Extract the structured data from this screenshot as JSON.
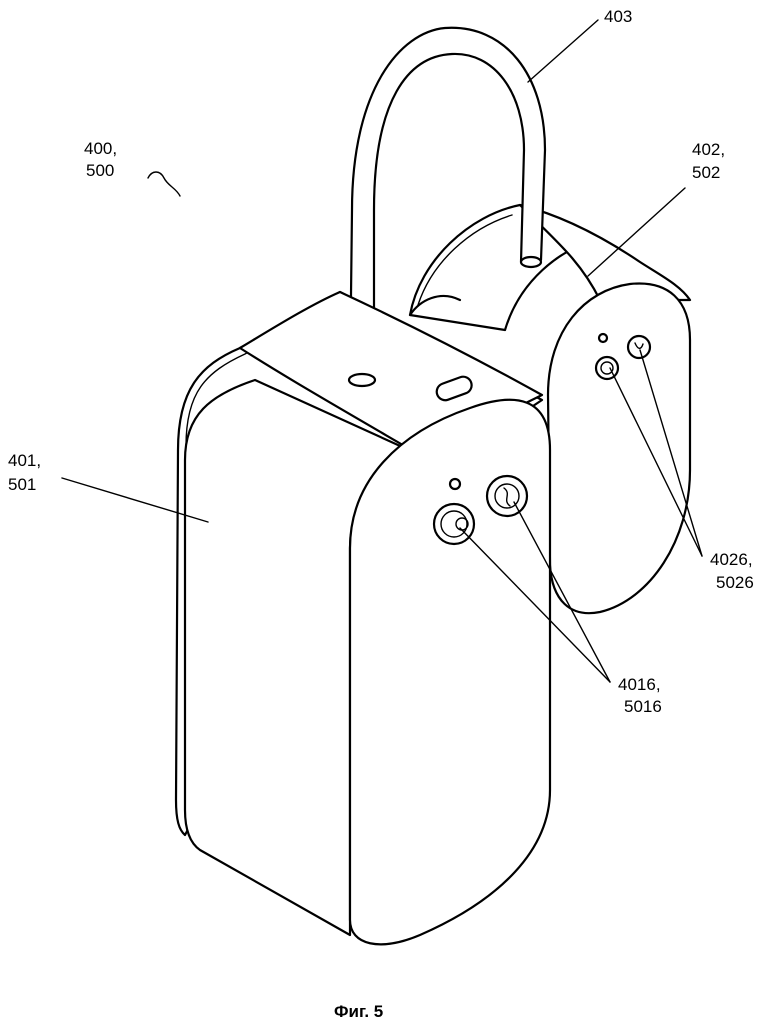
{
  "labels": {
    "shackle": "403",
    "assembly_line1": "400,",
    "assembly_line2": "500",
    "second_body_line1": "402,",
    "second_body_line2": "502",
    "first_body_line1": "401,",
    "first_body_line2": "501",
    "second_ports_line1": "4026,",
    "second_ports_line2": "5026",
    "first_ports_line1": "4016,",
    "first_ports_line2": "5016"
  },
  "caption": "Фиг. 5"
}
